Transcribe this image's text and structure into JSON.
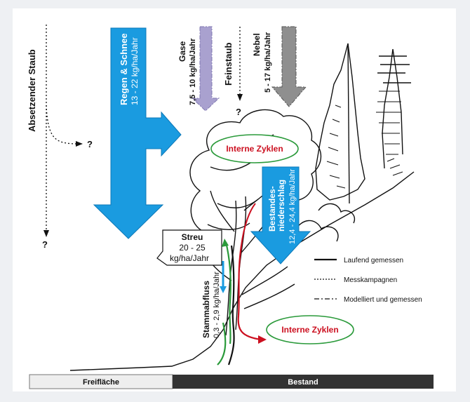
{
  "colors": {
    "blue": "#1a9be0",
    "lavender": "#a9a1cf",
    "gray": "#8f8f8f",
    "green": "#2a9a3a",
    "red": "#cc1020",
    "dark": "#333333",
    "light": "#eeeeee"
  },
  "left_column": {
    "dust_label": "Absetzender Staub",
    "q1": "?",
    "q2": "?"
  },
  "rain": {
    "label": "Regen & Schnee",
    "value": "13 - 22 kg/ha/Jahr"
  },
  "gase": {
    "label": "Gase",
    "value": "7,5 - 10 kg/ha/Jahr"
  },
  "feinstaub": {
    "label": "Feinstaub",
    "q": "?"
  },
  "nebel": {
    "label": "Nebel",
    "value": "5 - 17 kg/ha/Jahr"
  },
  "interne_zyklen_top": "Interne Zyklen",
  "interne_zyklen_bottom": "Interne Zyklen",
  "bestand_niederschlag": {
    "line1": "Bestandes-",
    "line2": "niederschlag",
    "value": "12,4 - 24,4 kg/ha/Jahr"
  },
  "streu": {
    "label": "Streu",
    "value1": "20 - 25",
    "value2": "kg/ha/Jahr"
  },
  "stammabfluss": {
    "label": "Stammabfluss",
    "value": "0,3 - 2,9 kg/ha/Jahr"
  },
  "legend": {
    "solid": "Laufend gemessen",
    "dotted": "Messkampagnen",
    "dashdot": "Modelliert und gemessen"
  },
  "bottom_bar": {
    "left": "Freifläche",
    "right": "Bestand"
  }
}
